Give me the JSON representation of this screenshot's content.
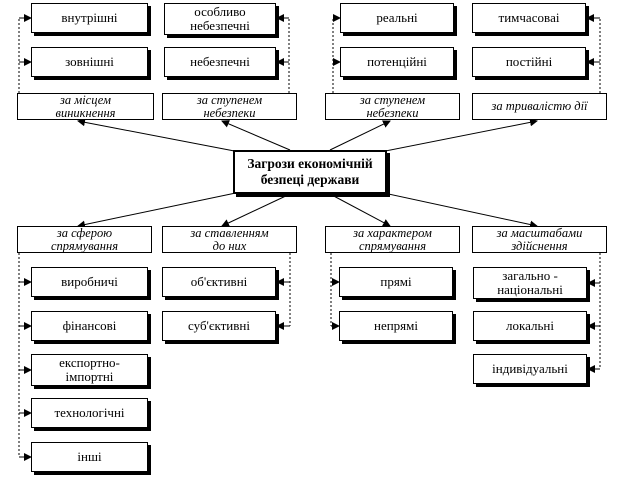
{
  "center": "Загрози економічній\nбезпеці держави",
  "groups": [
    {
      "header": "за місцем\nвиникнення",
      "items": [
        "внутрішні",
        "зовнішні"
      ]
    },
    {
      "header": "за ступенем\nнебезпеки",
      "items": [
        "особливо\nнебезпечні",
        "небезпечні"
      ]
    },
    {
      "header": "за ступенем\nнебезпеки",
      "items": [
        "реальні",
        "потенційні"
      ]
    },
    {
      "header": "за тривалістю дії",
      "items": [
        "тимчасовaі",
        "постійні"
      ]
    },
    {
      "header": "за сферою\nспрямування",
      "items": [
        "виробничі",
        "фінансові",
        "експортно-\nімпортні",
        "технологічні",
        "інші"
      ]
    },
    {
      "header": "за ставленням\nдо них",
      "items": [
        "об'єктивні",
        "суб'єктивні"
      ]
    },
    {
      "header": "за характером\nспрямування",
      "items": [
        "прямі",
        "непрямі"
      ]
    },
    {
      "header": "за масштабами\nздійснення",
      "items": [
        "загально -\nнаціональні",
        "локальні",
        "індивідуальні"
      ]
    }
  ]
}
